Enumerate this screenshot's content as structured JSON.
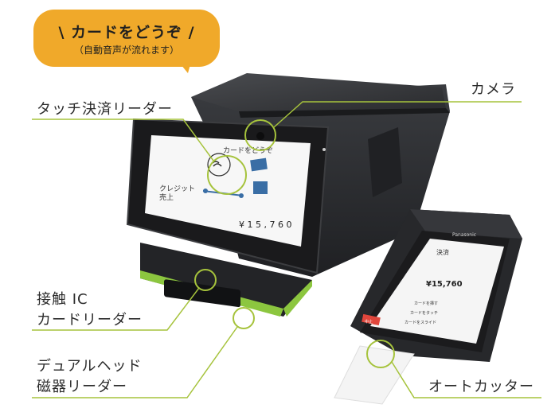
{
  "bubble": {
    "title": "\\ カードをどうぞ /",
    "subtitle": "（自動音声が流れます）"
  },
  "labels": {
    "touch_reader": "タッチ決済リーダー",
    "camera": "カメラ",
    "ic_reader_line1": "接触 IC",
    "ic_reader_line2": "カードリーダー",
    "magnetic_line1": "デュアルヘッド",
    "magnetic_line2": "磁器リーダー",
    "auto_cutter": "オートカッター"
  },
  "main_screen": {
    "header": "カードをどうぞ",
    "mode_line1": "クレジット",
    "mode_line2": "売上",
    "amount": "¥ 1 5 , 7 6 0"
  },
  "handheld": {
    "brand": "Panasonic",
    "title": "決済",
    "amount": "¥15,760",
    "option1": "カードを挿す",
    "option2": "カードをタッチ",
    "option3": "カードをスライド",
    "cancel": "中止"
  },
  "colors": {
    "bubble": "#f0a92a",
    "callout_line": "#a6c33c",
    "accent_green": "#8cc63f",
    "device_body": "#2b2d30"
  }
}
